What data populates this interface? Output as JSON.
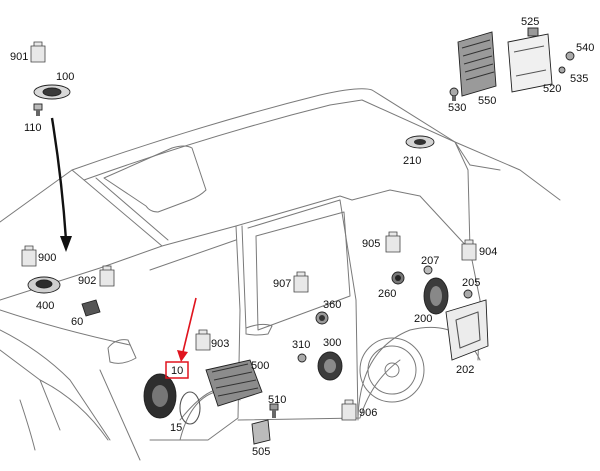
{
  "labels": {
    "l901": "901",
    "l100": "100",
    "l110": "110",
    "l900": "900",
    "l400": "400",
    "l902": "902",
    "l60": "60",
    "l525": "525",
    "l540": "540",
    "l535": "535",
    "l530": "530",
    "l550": "550",
    "l520": "520",
    "l210": "210",
    "l905": "905",
    "l207": "207",
    "l904": "904",
    "l907": "907",
    "l260": "260",
    "l205": "205",
    "l360": "360",
    "l200": "200",
    "l903": "903",
    "l310": "310",
    "l300": "300",
    "l500": "500",
    "l202": "202",
    "l10": "10",
    "l510": "510",
    "l906": "906",
    "l15": "15",
    "l505": "505"
  },
  "colors": {
    "highlight": "#e0141e",
    "outline": "#7a7a7a",
    "part_dark": "#2b2b2b"
  }
}
